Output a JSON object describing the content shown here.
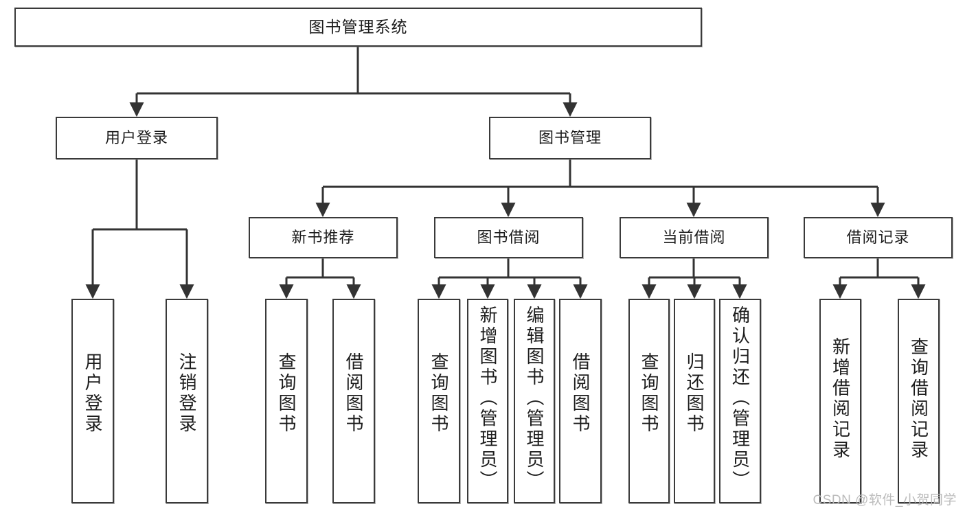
{
  "diagram": {
    "title": "图书管理系统",
    "root": {
      "label": "图书管理系统"
    },
    "tier2": [
      {
        "label": "用户登录"
      },
      {
        "label": "图书管理"
      }
    ],
    "tier3": [
      {
        "label": "新书推荐"
      },
      {
        "label": "图书借阅"
      },
      {
        "label": "当前借阅"
      },
      {
        "label": "借阅记录"
      }
    ],
    "leaves": {
      "user_login": [
        {
          "label": "用户登录"
        },
        {
          "label": "注销登录"
        }
      ],
      "new_book": [
        {
          "label": "查询图书"
        },
        {
          "label": "借阅图书"
        }
      ],
      "book_borrow": [
        {
          "label": "查询图书"
        },
        {
          "label": "新增图书（管理员）"
        },
        {
          "label": "编辑图书（管理员）"
        },
        {
          "label": "借阅图书"
        }
      ],
      "current_borrow": [
        {
          "label": "查询图书"
        },
        {
          "label": "归还图书"
        },
        {
          "label": "确认归还（管理员）"
        }
      ],
      "borrow_record": [
        {
          "label": "新增借阅记录"
        },
        {
          "label": "查询借阅记录"
        }
      ]
    }
  },
  "watermark": {
    "text": "CSDN @软件_小贺同学"
  },
  "colors": {
    "box_border": "#3a3a3a",
    "box_fill": "#ffffff",
    "connector": "#333333",
    "text": "#1c1c1c",
    "watermark": "#b9b9b9"
  }
}
